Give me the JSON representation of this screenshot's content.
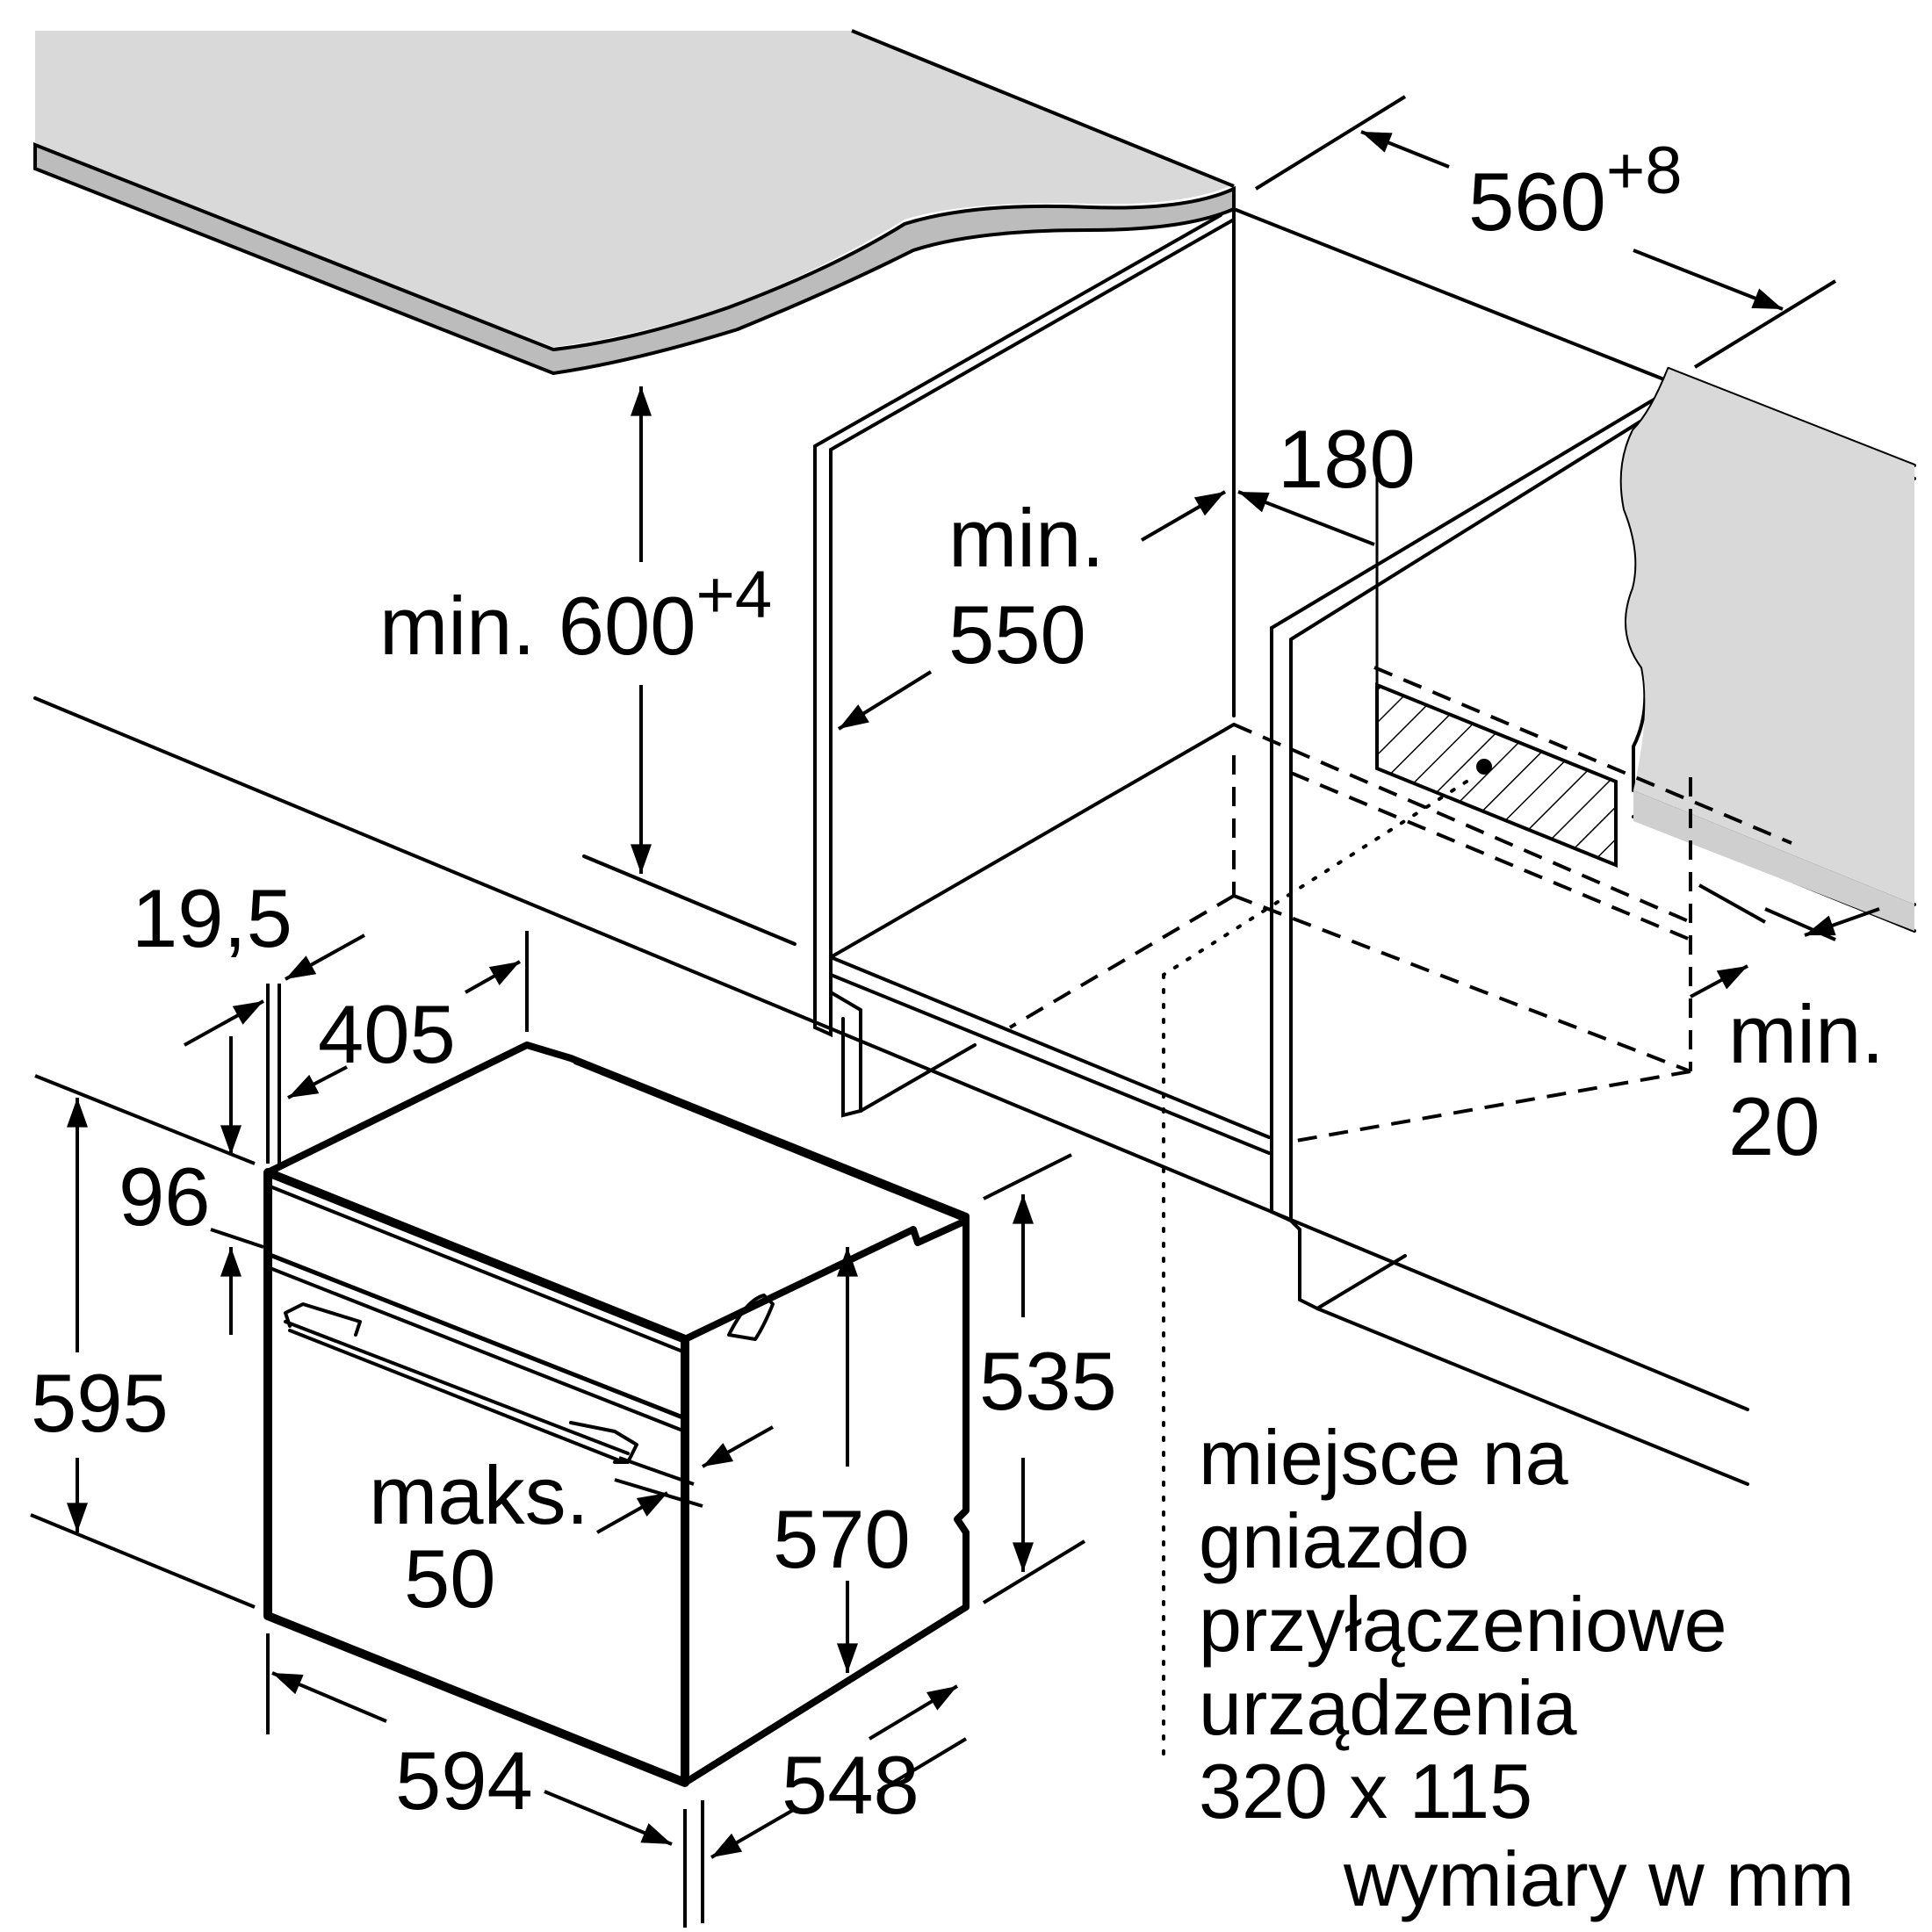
{
  "colors": {
    "ink": "#000000",
    "countertop": "#d9d9d9",
    "paper": "#ffffff"
  },
  "dimensions": {
    "niche_height_prefix": "min. 600",
    "niche_height_tol": "+4",
    "niche_width_base": "560",
    "niche_width_tol": "+8",
    "niche_depth_line1": "min.",
    "niche_depth_line2": "550",
    "socket_offset": "180",
    "rear_gap_line1": "min.",
    "rear_gap_line2": "20",
    "panel_offset": "19,5",
    "panel_depth": "405",
    "top_gap": "96",
    "oven_height": "595",
    "oven_width": "594",
    "oven_depth": "548",
    "body_height": "535",
    "inner_height": "570",
    "handle_line1": "maks.",
    "handle_line2": "50"
  },
  "notes": {
    "socket_line1": "miejsce na",
    "socket_line2": "gniazdo",
    "socket_line3": "przyłączeniowe",
    "socket_line4": "urządzenia",
    "socket_line5": "320 x 115",
    "units": "wymiary w mm"
  }
}
